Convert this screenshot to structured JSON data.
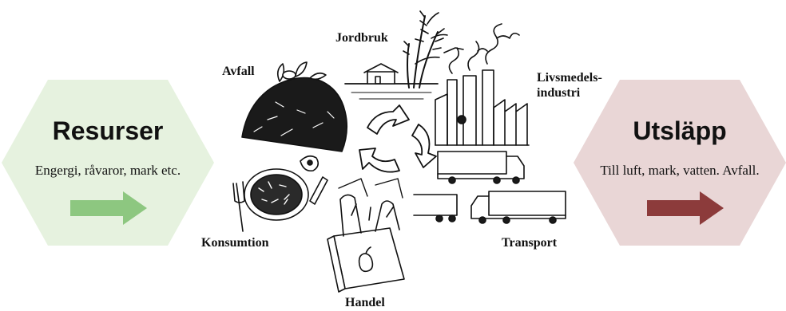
{
  "left_box": {
    "title": "Resurser",
    "subtitle": "Engergi, råvaror, mark etc.",
    "fill_color": "#e6f2df",
    "arrow_color": "#8dc780"
  },
  "right_box": {
    "title": "Utsläpp",
    "subtitle": "Till luft, mark, vatten. Avfall.",
    "fill_color": "#e9d6d6",
    "arrow_color": "#8c3b3b"
  },
  "stages": {
    "jordbruk": "Jordbruk",
    "avfall": "Avfall",
    "livsmedel_1": "Livsmedels-",
    "livsmedel_2": "industri",
    "konsumtion": "Konsumtion",
    "transport": "Transport",
    "handel": "Handel"
  },
  "icons": [
    "compost-heap-icon",
    "wheat-farm-icon",
    "factory-icon",
    "truck-icon",
    "shopping-bag-icon",
    "food-plate-icon",
    "recycle-arrows-icon"
  ]
}
